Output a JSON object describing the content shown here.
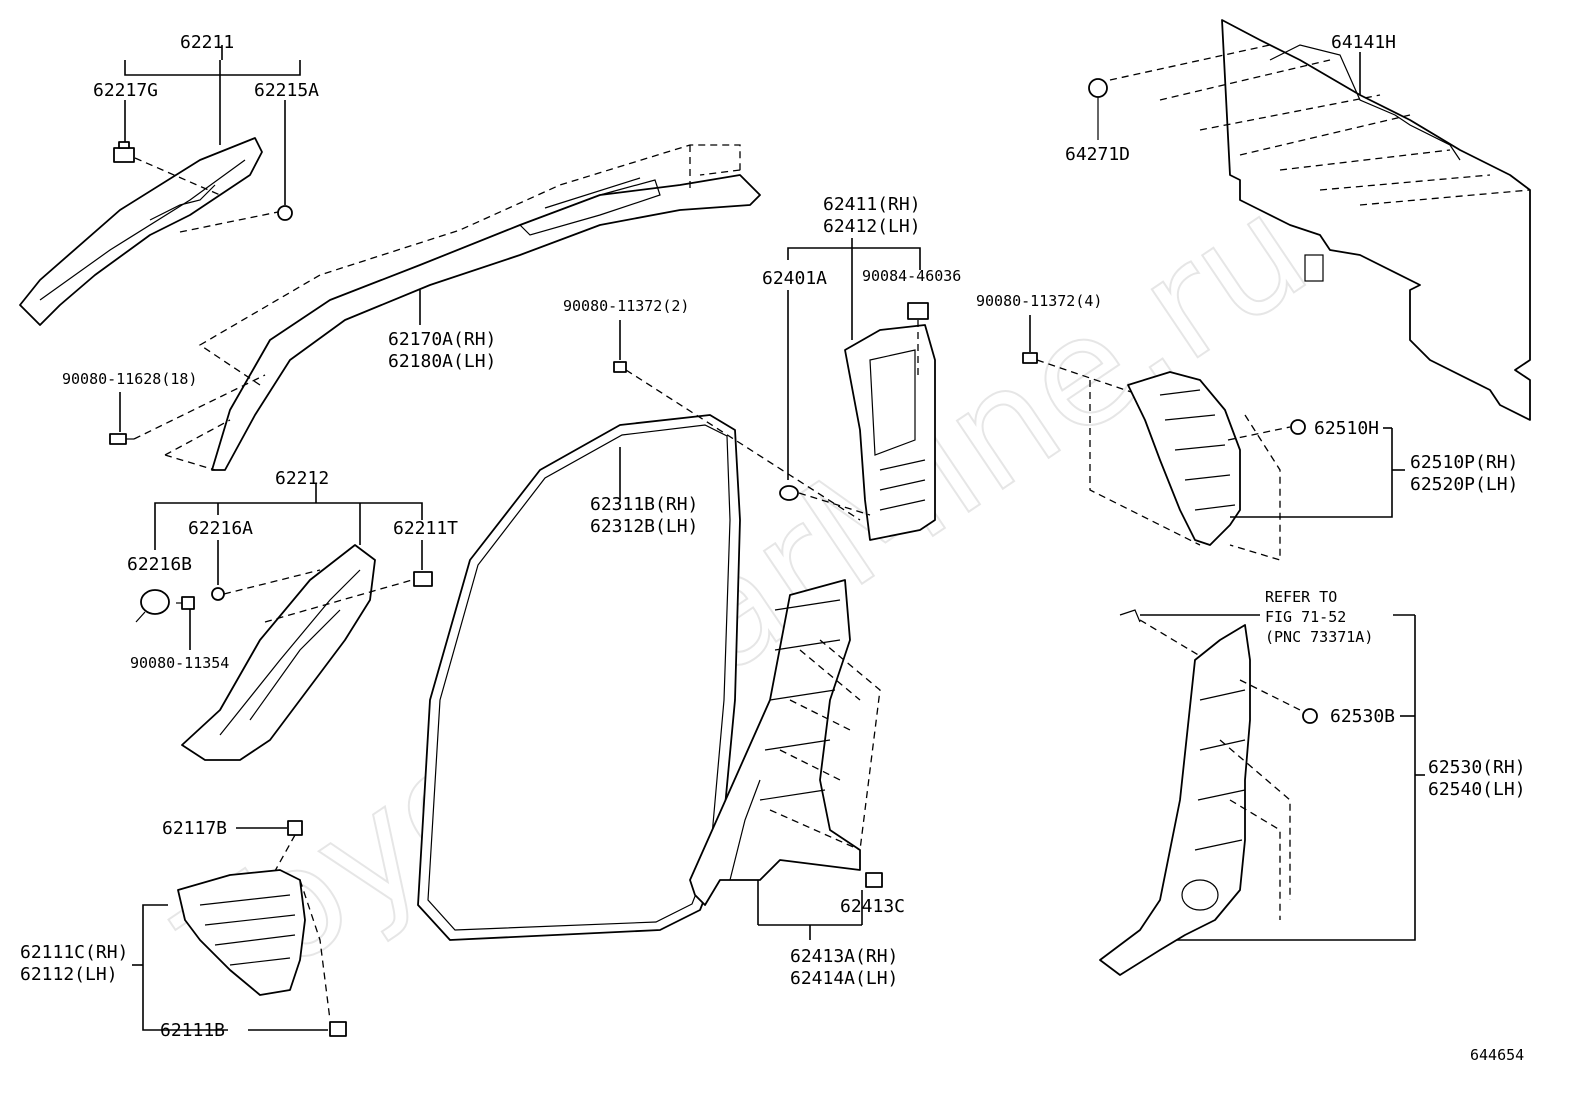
{
  "watermark": "ToyotaCarMine.ru",
  "figure_id": "644654",
  "labels": {
    "p62211": "62211",
    "p62217G": "62217G",
    "p62215A": "62215A",
    "p62170A": "62170A(RH)",
    "p62180A": "62180A(LH)",
    "p90080_11628": "90080-11628(18)",
    "p62212": "62212",
    "p62216A": "62216A",
    "p62211T": "62211T",
    "p62216B": "62216B",
    "p90080_11354": "90080-11354",
    "p90080_11372_2": "90080-11372(2)",
    "p62311B": "62311B(RH)",
    "p62312B": "62312B(LH)",
    "p62411": "62411(RH)",
    "p62412": "62412(LH)",
    "p62401A": "62401A",
    "p90084_46036": "90084-46036",
    "p90080_11372_4": "90080-11372(4)",
    "p64141H": "64141H",
    "p64271D": "64271D",
    "p62510H": "62510H",
    "p62510P": "62510P(RH)",
    "p62520P": "62520P(LH)",
    "refer1": "REFER TO",
    "refer2": "FIG 71-52",
    "refer3": "(PNC 73371A)",
    "p62530B": "62530B",
    "p62530": "62530(RH)",
    "p62540": "62540(LH)",
    "p62117B": "62117B",
    "p62111C": "62111C(RH)",
    "p62112": "62112(LH)",
    "p62111B": "62111B",
    "p62413C": "62413C",
    "p62413A": "62413A(RH)",
    "p62414A": "62414A(LH)"
  }
}
